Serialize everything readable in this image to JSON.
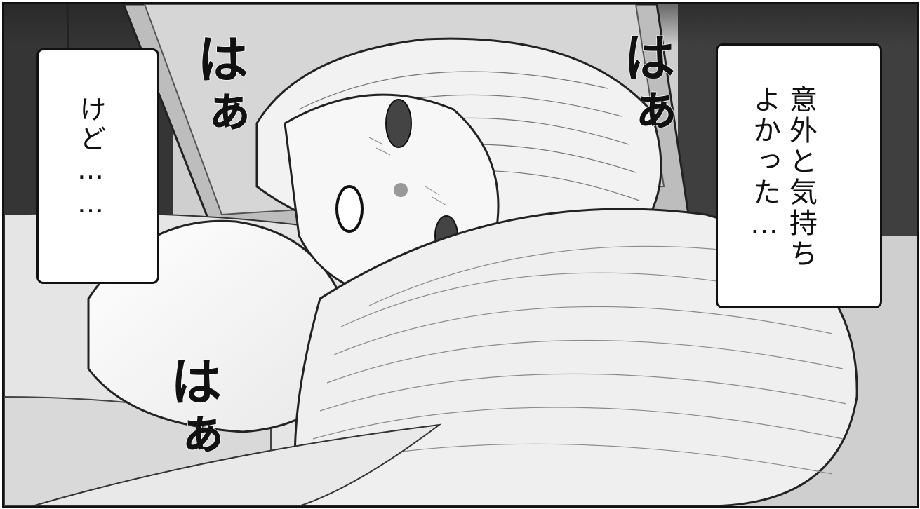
{
  "panel": {
    "caption_left": "けど……",
    "caption_right_line1": "意外と",
    "caption_right_line2": "気持ち",
    "caption_right_line3": "よかった…",
    "sfx": [
      "はぁ",
      "はぁ",
      "はぁ"
    ]
  }
}
